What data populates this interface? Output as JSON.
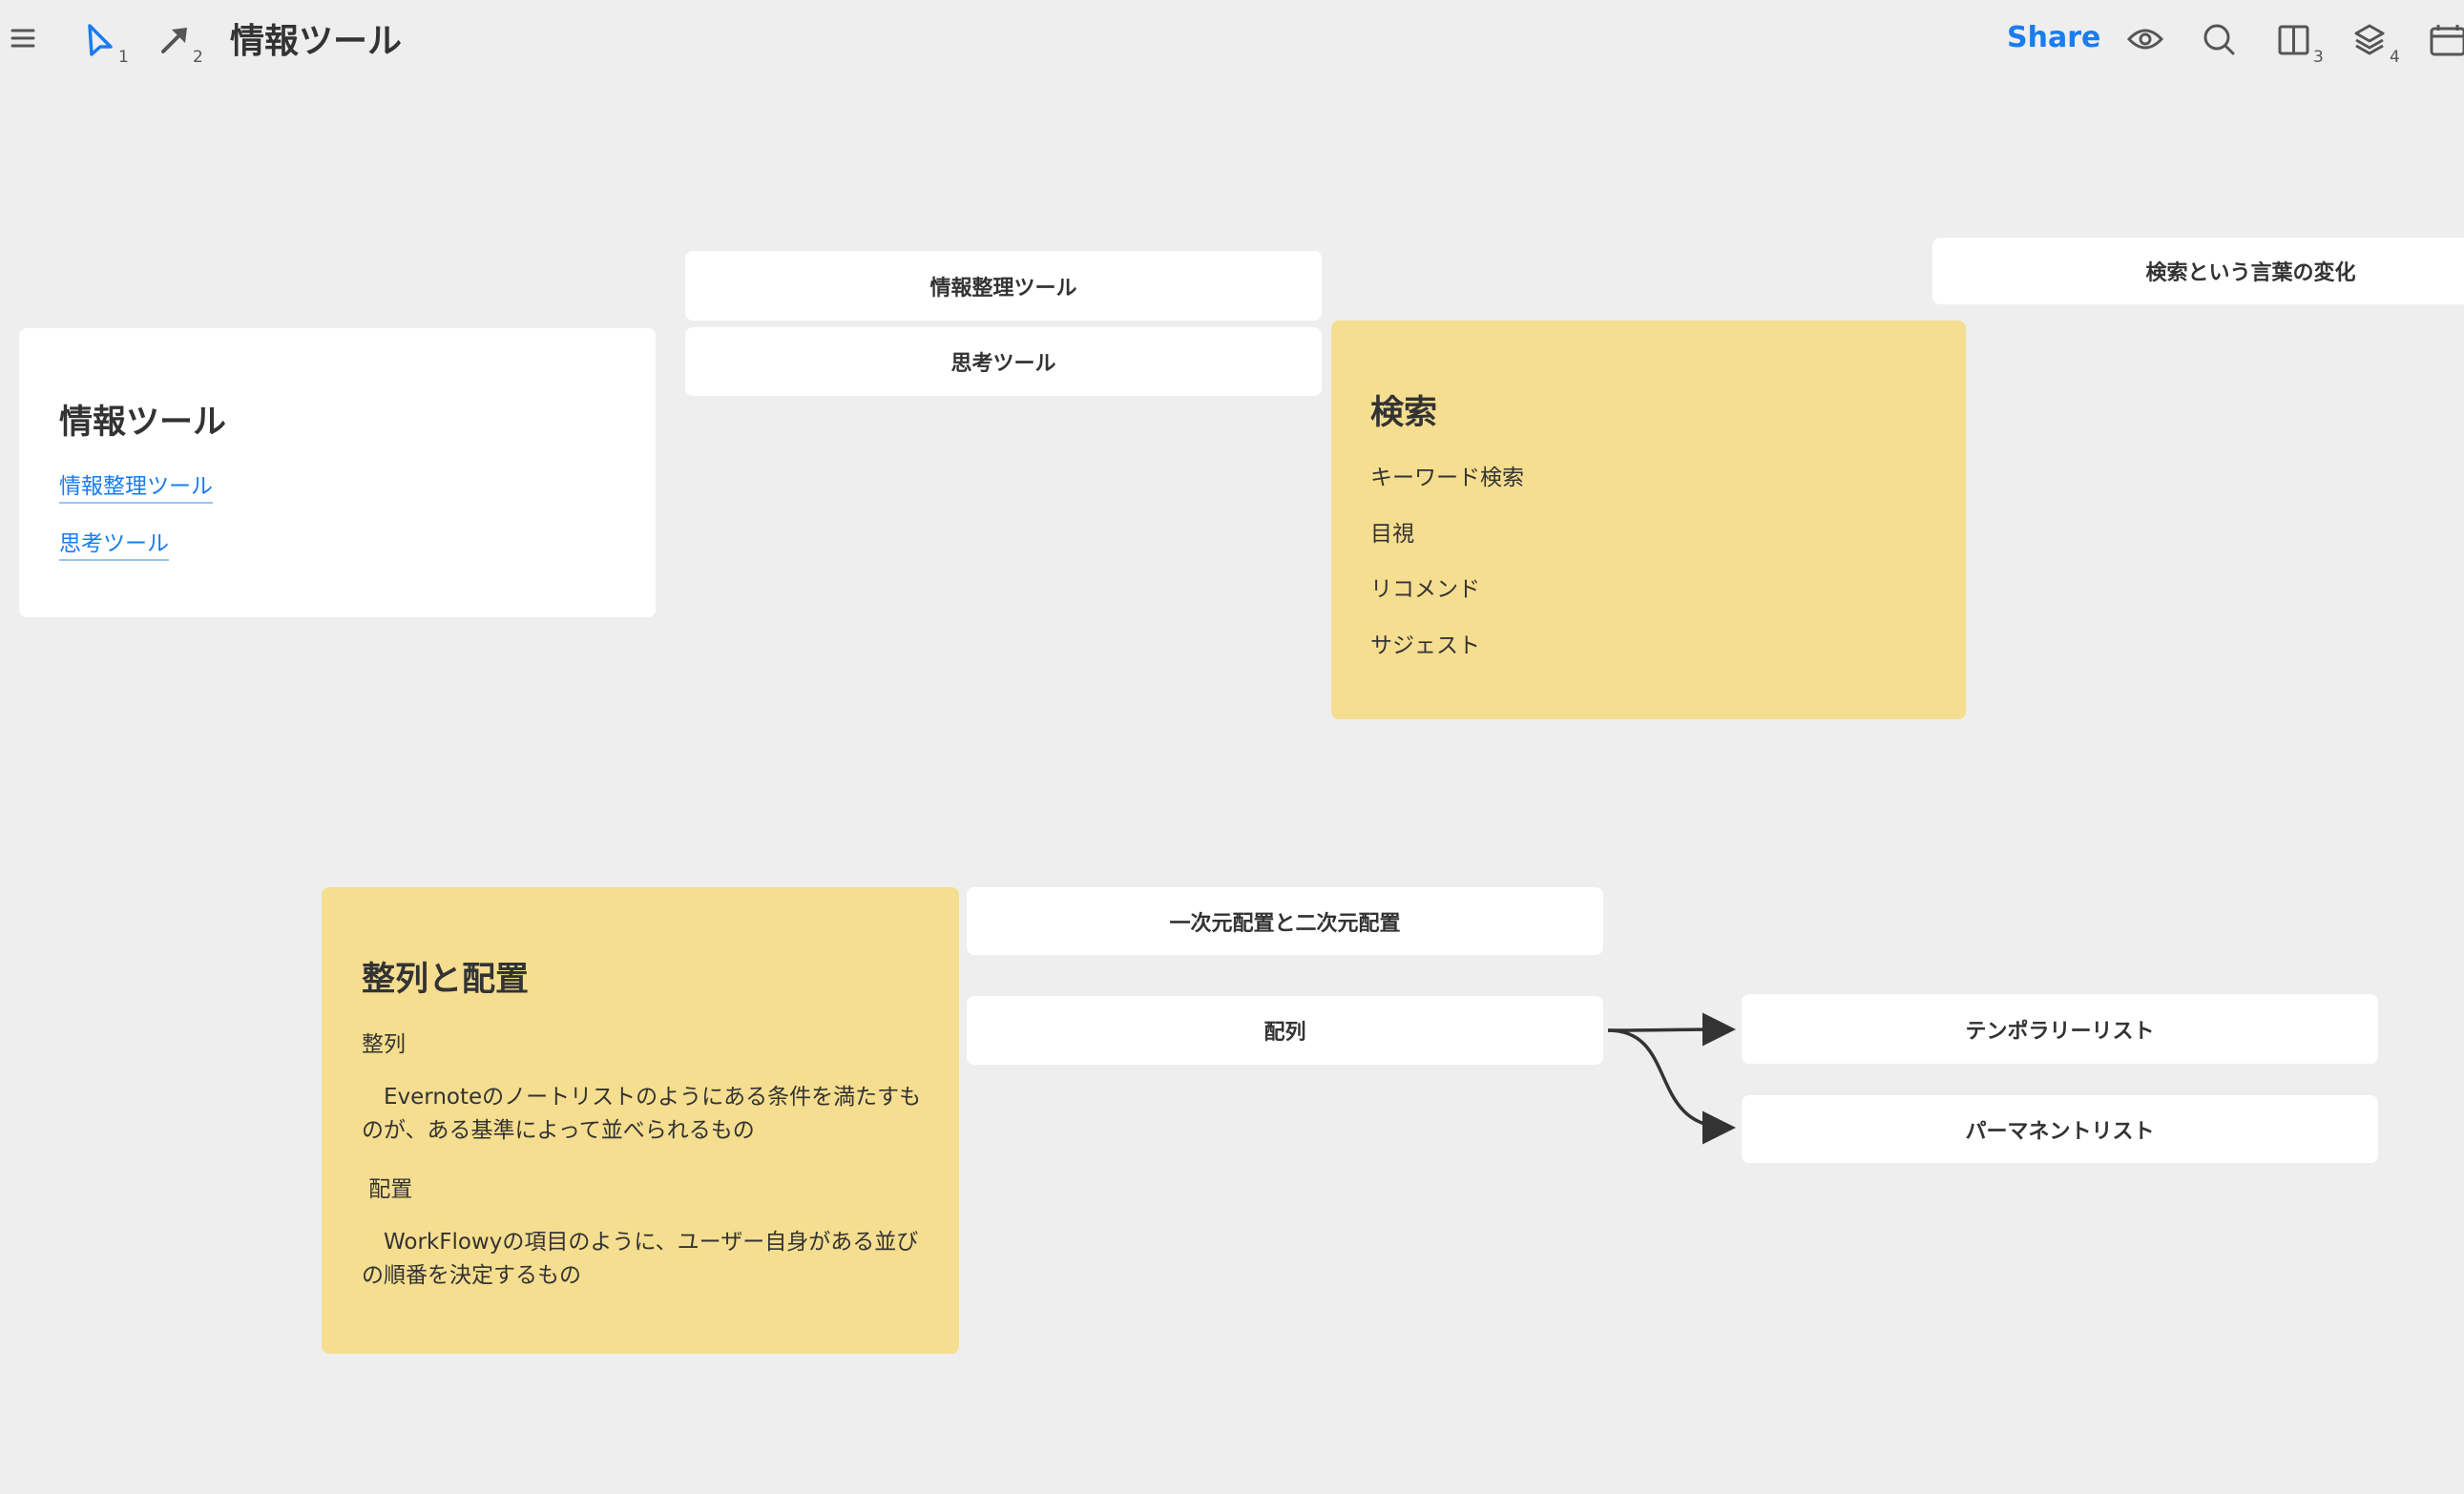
{
  "toolbar": {
    "title": "情報ツール",
    "select_tool_shortcut": "1",
    "arrow_tool_shortcut": "2",
    "share_label": "Share",
    "columns_shortcut": "3",
    "layers_shortcut": "4",
    "accent_color": "#1a7cf0"
  },
  "canvas": {
    "main_card": {
      "title": "情報ツール",
      "links": [
        "情報整理ツール",
        "思考ツール"
      ]
    },
    "nodes": {
      "info_org": "情報整理ツール",
      "thinking": "思考ツール",
      "search_change": "検索という言葉の変化",
      "dimension": "一次元配置と二次元配置",
      "array": "配列",
      "temporary": "テンポラリーリスト",
      "permanent": "パーマネントリスト"
    },
    "search_card": {
      "title": "検索",
      "items": [
        "キーワード検索",
        "目視",
        "リコメンド",
        "サジェスト"
      ],
      "color": "#f5de90"
    },
    "sort_card": {
      "title": "整列と配置",
      "p1": "整列",
      "p2": "　Evernoteのノートリストのようにある条件を満たすものが、ある基準によって並べられるもの",
      "p3": " 配置",
      "p4": "　WorkFlowyの項目のように、ユーザー自身がある並びの順番を決定するもの",
      "color": "#f5de90"
    }
  }
}
